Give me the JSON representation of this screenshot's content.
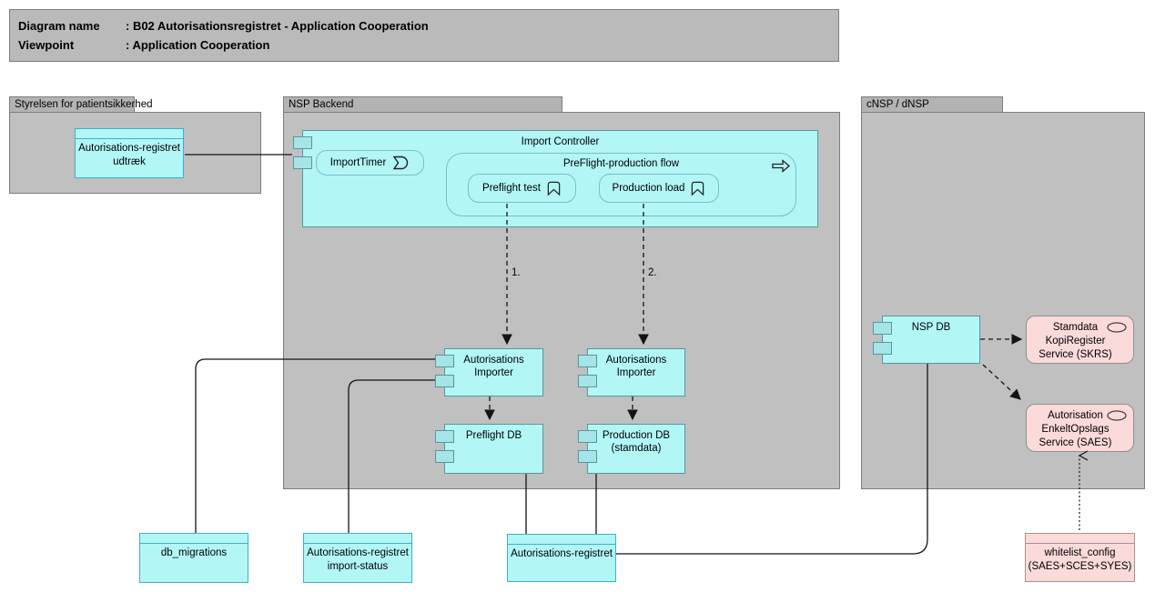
{
  "title": {
    "row1_label": "Diagram name",
    "row1_value": ": B02 Autorisationsregistret - Application Cooperation",
    "row2_label": "Viewpoint",
    "row2_value": ": Application Cooperation"
  },
  "groups": {
    "styrelsen": "Styrelsen for patientsikkerhed",
    "nsp_backend": "NSP Backend",
    "cnsp": "cNSP / dNSP"
  },
  "nodes": {
    "import_controller": "Import Controller",
    "import_timer": "ImportTimer",
    "flow": "PreFlight-production flow",
    "preflight_test": "Preflight test",
    "production_load": "Production load",
    "importer_preflight": "Autorisations Importer",
    "importer_production": "Autorisations Importer",
    "preflight_db": "Preflight DB",
    "production_db": "Production DB (stamdata)",
    "nsp_db": "NSP DB",
    "skrs": "Stamdata KopiRegister Service (SKRS)",
    "saes": "Autorisation EnkeltOpslags Service (SAES)",
    "udtraek": "Autorisations-registret udtræk",
    "db_migrations": "db_migrations",
    "import_status": "Autorisations-registret import-status",
    "aut_registret": "Autorisations-registret",
    "whitelist": "whitelist_config (SAES+SCES+SYES)"
  },
  "edge_labels": {
    "step1": "1.",
    "step2": "2."
  },
  "colors": {
    "element_cyan": "#b2f6f6",
    "element_pink": "#fbdada",
    "group_body": "#c0c0c0",
    "group_tab": "#b3b3b3",
    "title_bg": "#bababa",
    "line": "#141414",
    "data_object_border": "#3fb0c8",
    "component_border": "#55989e"
  }
}
